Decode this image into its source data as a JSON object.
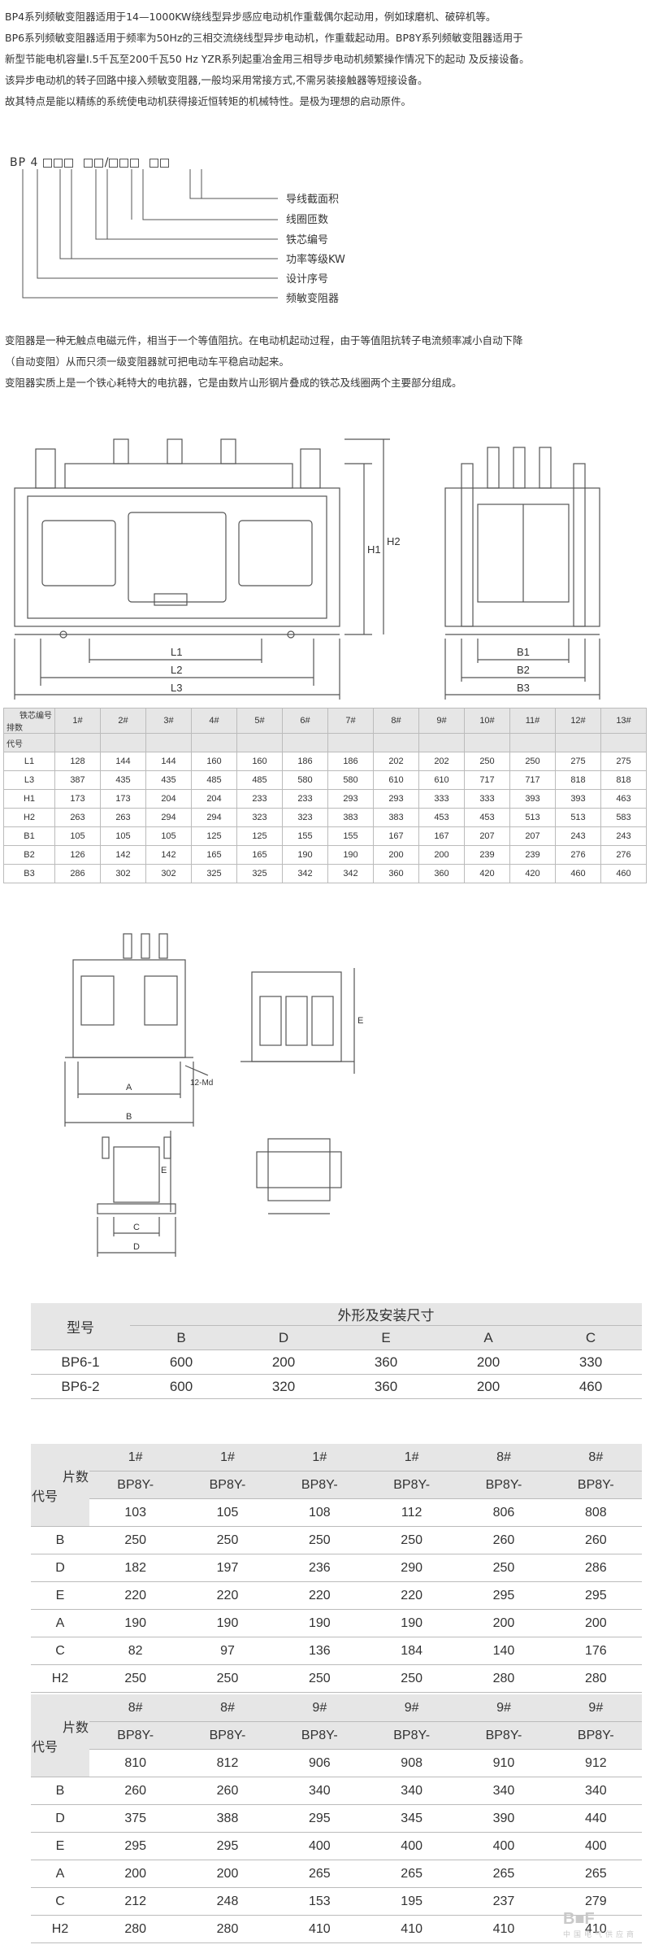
{
  "intro": {
    "lines": [
      "BP4系列频敏变阻器适用于14—1000KW绕线型异步感应电动机作重载偶尔起动用，例如球磨机、破碎机等。",
      "BP6系列频敏变阻器适用于频率为50Hz的三相交流绕线型异步电动机，作重载起动用。BP8Y系列频敏变阻器适用于",
      "新型节能电机容量I.5千瓦至200千瓦50 Hz YZR系列起重冶金用三相导步电动机频繁操作情况下的起动 及反接设备。",
      "该异步电动机的转子回路中接入频敏变阻器,一般均采用常接方式,不需另装接触器等短接设备。",
      "故其特点是能以精练的系统使电动机获得接近恒转矩的机械特性。是极为理想的启动原件。"
    ]
  },
  "code_diagram": {
    "prefix": "BP 4",
    "labels": [
      "导线截面积",
      "线圈匝数",
      "铁芯编号",
      "功率等级KW",
      "设计序号",
      "频敏变阻器"
    ]
  },
  "description": {
    "lines": [
      "变阻器是一种无触点电磁元件，相当于一个等值阻抗。在电动机起动过程，由于等值阻抗转子电流频率减小自动下降",
      "（自动变阻）从而只须一级变阻器就可把电动车平稳启动起来。",
      "变阻器实质上是一个铁心耗特大的电抗器，它是由数片山形钢片叠成的铁芯及线圈两个主要部分组成。"
    ]
  },
  "drawing1": {
    "labels": [
      "L1",
      "L2",
      "L3",
      "H1",
      "H2",
      "B1",
      "B2",
      "B3"
    ]
  },
  "table1": {
    "corner_top": "铁芯编号",
    "corner_mid": "排数",
    "corner_bottom": "代号",
    "columns": [
      "1#",
      "2#",
      "3#",
      "4#",
      "5#",
      "6#",
      "7#",
      "8#",
      "9#",
      "10#",
      "11#",
      "12#",
      "13#"
    ],
    "rows": [
      {
        "code": "L1",
        "values": [
          "128",
          "144",
          "144",
          "160",
          "160",
          "186",
          "186",
          "202",
          "202",
          "250",
          "250",
          "275",
          "275"
        ]
      },
      {
        "code": "L3",
        "values": [
          "387",
          "435",
          "435",
          "485",
          "485",
          "580",
          "580",
          "610",
          "610",
          "717",
          "717",
          "818",
          "818"
        ]
      },
      {
        "code": "H1",
        "values": [
          "173",
          "173",
          "204",
          "204",
          "233",
          "233",
          "293",
          "293",
          "333",
          "333",
          "393",
          "393",
          "463"
        ]
      },
      {
        "code": "H2",
        "values": [
          "263",
          "263",
          "294",
          "294",
          "323",
          "323",
          "383",
          "383",
          "453",
          "453",
          "513",
          "513",
          "583"
        ]
      },
      {
        "code": "B1",
        "values": [
          "105",
          "105",
          "105",
          "125",
          "125",
          "155",
          "155",
          "167",
          "167",
          "207",
          "207",
          "243",
          "243"
        ]
      },
      {
        "code": "B2",
        "values": [
          "126",
          "142",
          "142",
          "165",
          "165",
          "190",
          "190",
          "200",
          "200",
          "239",
          "239",
          "276",
          "276"
        ]
      },
      {
        "code": "B3",
        "values": [
          "286",
          "302",
          "302",
          "325",
          "325",
          "342",
          "342",
          "360",
          "360",
          "420",
          "420",
          "460",
          "460"
        ]
      }
    ]
  },
  "drawing2": {
    "labels": [
      "A",
      "B",
      "12-Md",
      "E",
      "C",
      "D",
      "E"
    ]
  },
  "table2": {
    "head_model": "型号",
    "head_group": "外形及安装尺寸",
    "columns": [
      "B",
      "D",
      "E",
      "A",
      "C"
    ],
    "rows": [
      {
        "model": "BP6-1",
        "values": [
          "600",
          "200",
          "360",
          "200",
          "330"
        ]
      },
      {
        "model": "BP6-2",
        "values": [
          "600",
          "320",
          "360",
          "200",
          "460"
        ]
      }
    ]
  },
  "table3": {
    "corner_top": "片数",
    "corner_bottom": "代号",
    "pieces": [
      "1#",
      "1#",
      "1#",
      "1#",
      "8#",
      "8#"
    ],
    "prefix": [
      "BP8Y-",
      "BP8Y-",
      "BP8Y-",
      "BP8Y-",
      "BP8Y-",
      "BP8Y-"
    ],
    "suffix": [
      "103",
      "105",
      "108",
      "112",
      "806",
      "808"
    ],
    "rows": [
      {
        "code": "B",
        "values": [
          "250",
          "250",
          "250",
          "250",
          "260",
          "260"
        ]
      },
      {
        "code": "D",
        "values": [
          "182",
          "197",
          "236",
          "290",
          "250",
          "286"
        ]
      },
      {
        "code": "E",
        "values": [
          "220",
          "220",
          "220",
          "220",
          "295",
          "295"
        ]
      },
      {
        "code": "A",
        "values": [
          "190",
          "190",
          "190",
          "190",
          "200",
          "200"
        ]
      },
      {
        "code": "C",
        "values": [
          "82",
          "97",
          "136",
          "184",
          "140",
          "176"
        ]
      },
      {
        "code": "H2",
        "values": [
          "250",
          "250",
          "250",
          "250",
          "280",
          "280"
        ]
      }
    ]
  },
  "table4": {
    "corner_top": "片数",
    "corner_bottom": "代号",
    "pieces": [
      "8#",
      "8#",
      "9#",
      "9#",
      "9#",
      "9#"
    ],
    "prefix": [
      "BP8Y-",
      "BP8Y-",
      "BP8Y-",
      "BP8Y-",
      "BP8Y-",
      "BP8Y-"
    ],
    "suffix": [
      "810",
      "812",
      "906",
      "908",
      "910",
      "912"
    ],
    "rows": [
      {
        "code": "B",
        "values": [
          "260",
          "260",
          "340",
          "340",
          "340",
          "340"
        ]
      },
      {
        "code": "D",
        "values": [
          "375",
          "388",
          "295",
          "345",
          "390",
          "440"
        ]
      },
      {
        "code": "E",
        "values": [
          "295",
          "295",
          "400",
          "400",
          "400",
          "400"
        ]
      },
      {
        "code": "A",
        "values": [
          "200",
          "200",
          "265",
          "265",
          "265",
          "265"
        ]
      },
      {
        "code": "C",
        "values": [
          "212",
          "248",
          "153",
          "195",
          "237",
          "279"
        ]
      },
      {
        "code": "H2",
        "values": [
          "280",
          "280",
          "410",
          "410",
          "410",
          "410"
        ]
      }
    ]
  },
  "watermark": {
    "logo": "B■F",
    "tagline": "中国电气供应商"
  }
}
